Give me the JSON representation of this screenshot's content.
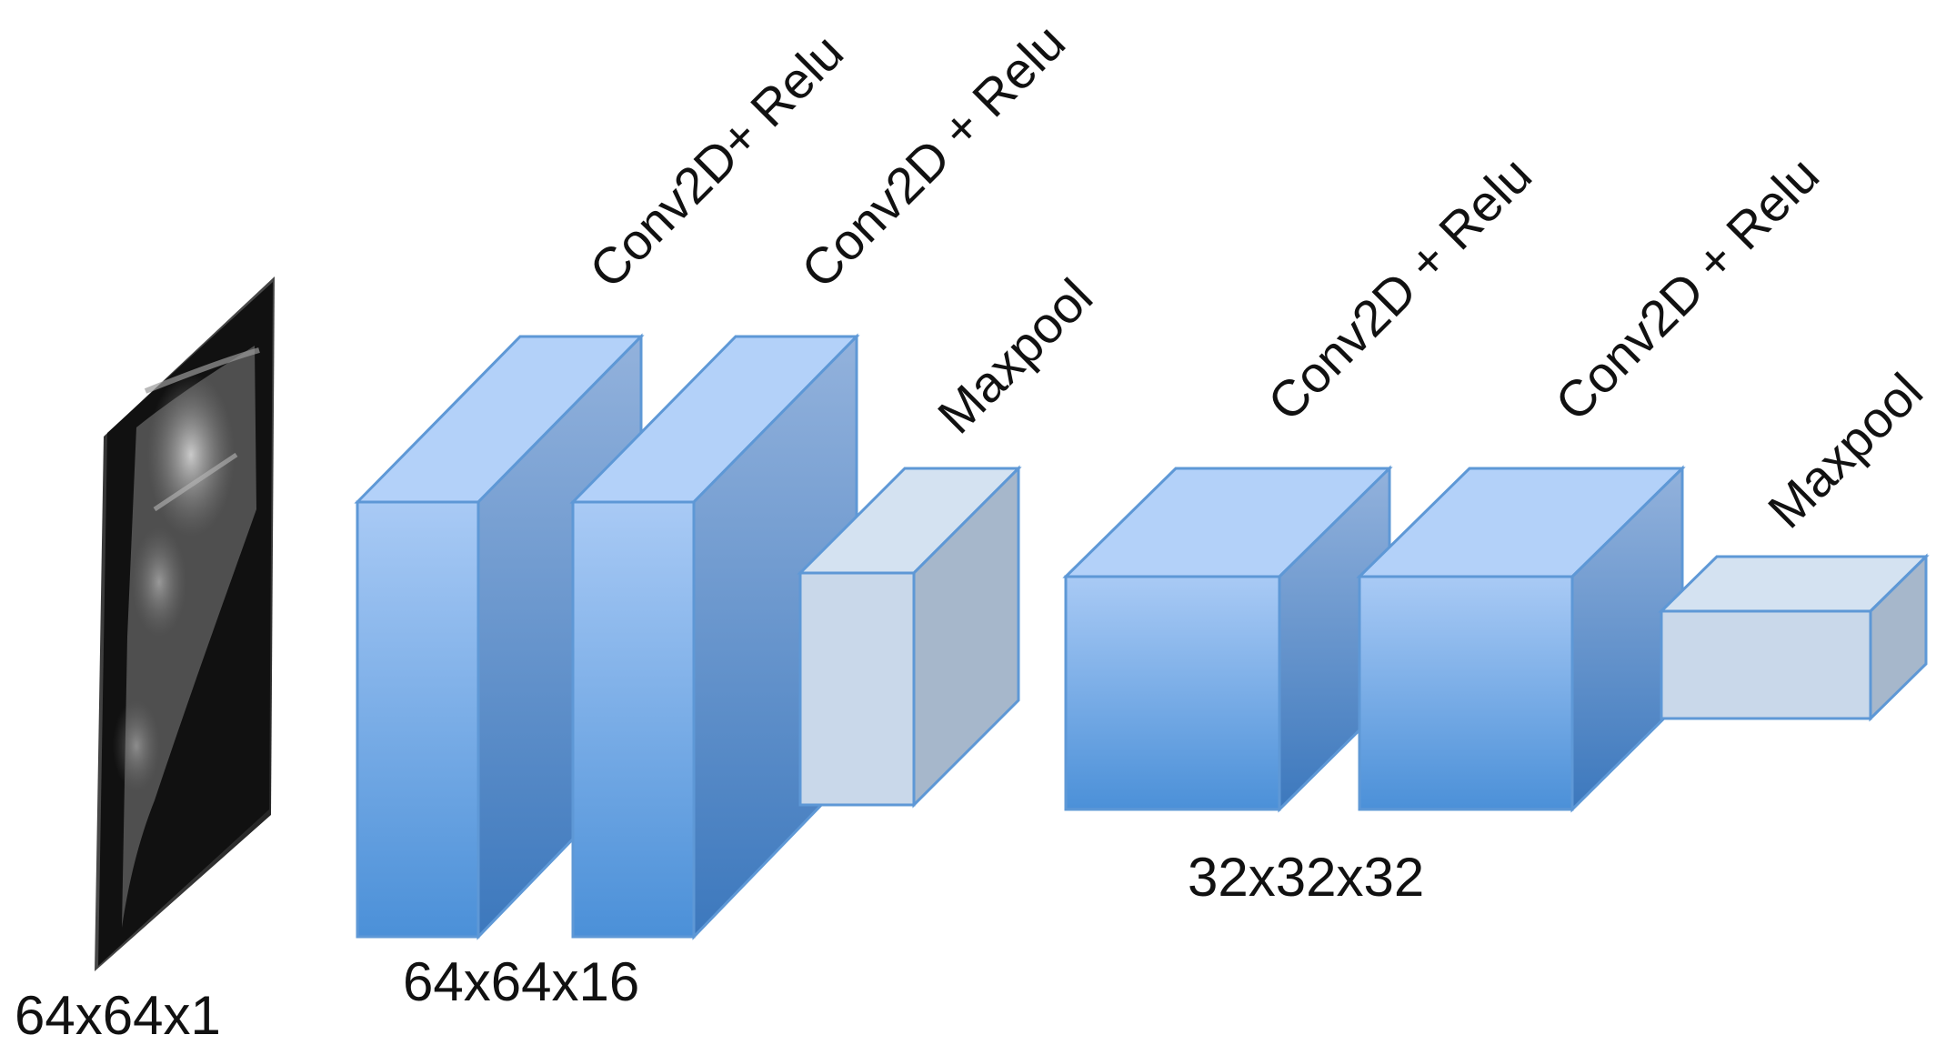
{
  "diagram": {
    "input": {
      "dims": "64x64x1",
      "image": "grayscale ultrasound slice"
    },
    "layers": [
      {
        "label": "Conv2D+ Relu",
        "kind": "conv"
      },
      {
        "label": "Conv2D + Relu",
        "kind": "conv"
      },
      {
        "label": "Maxpool",
        "kind": "pool"
      },
      {
        "label": "Conv2D + Relu",
        "kind": "conv"
      },
      {
        "label": "Conv2D + Relu",
        "kind": "conv"
      },
      {
        "label": "Maxpool",
        "kind": "pool"
      }
    ],
    "group_dims": [
      "64x64x16",
      "32x32x32"
    ],
    "colors": {
      "conv_front_top": "#a9caf5",
      "conv_front_bottom": "#4b90d8",
      "conv_side_top": "#93b2dc",
      "conv_side_bottom": "#3c78bd",
      "conv_top": "#b3d1f9",
      "edge": "#5e98d6",
      "pool_front": "#c9d8ea",
      "pool_side": "#a6b7cb",
      "pool_top": "#d4e2f1"
    }
  }
}
